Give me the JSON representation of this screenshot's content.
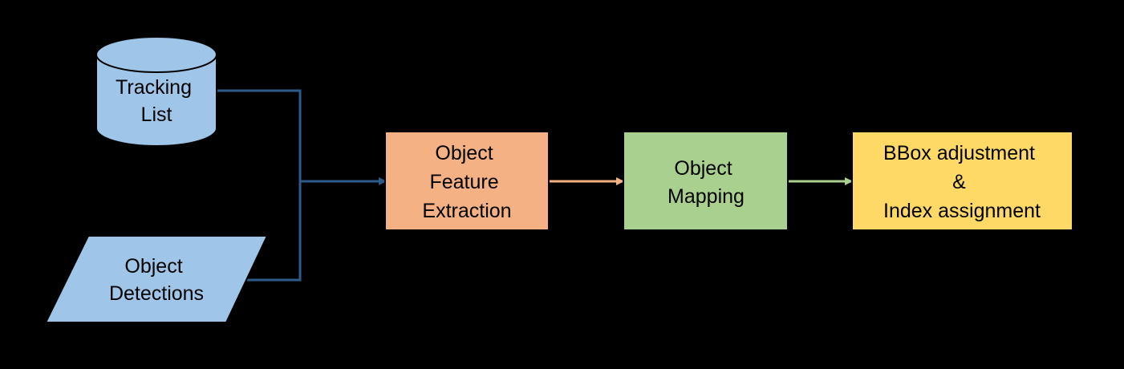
{
  "colors": {
    "background": "#000000",
    "tracking_list": "#9fc5e8",
    "object_detections": "#9fc5e8",
    "feature_extraction": "#f4b183",
    "object_mapping": "#a9d08e",
    "bbox_adjustment": "#ffd966",
    "connector_inputs": "#2e5c8a",
    "connector_extraction_to_mapping": "#f4b183",
    "connector_mapping_to_bbox": "#a9d08e",
    "outline": "#000000"
  },
  "nodes": {
    "tracking_list": {
      "shape": "cylinder",
      "lines": [
        "Tracking",
        "List"
      ]
    },
    "object_detections": {
      "shape": "parallelogram",
      "lines": [
        "Object",
        "Detections"
      ]
    },
    "feature_extraction": {
      "shape": "rectangle",
      "lines": [
        "Object",
        "Feature",
        "Extraction"
      ]
    },
    "object_mapping": {
      "shape": "rectangle",
      "lines": [
        "Object",
        "Mapping"
      ]
    },
    "bbox_adjustment": {
      "shape": "rectangle",
      "lines": [
        "BBox adjustment",
        "&",
        "Index assignment"
      ]
    }
  },
  "edges": [
    {
      "from": "tracking_list",
      "to": "feature_extraction"
    },
    {
      "from": "object_detections",
      "to": "feature_extraction"
    },
    {
      "from": "feature_extraction",
      "to": "object_mapping"
    },
    {
      "from": "object_mapping",
      "to": "bbox_adjustment"
    }
  ]
}
